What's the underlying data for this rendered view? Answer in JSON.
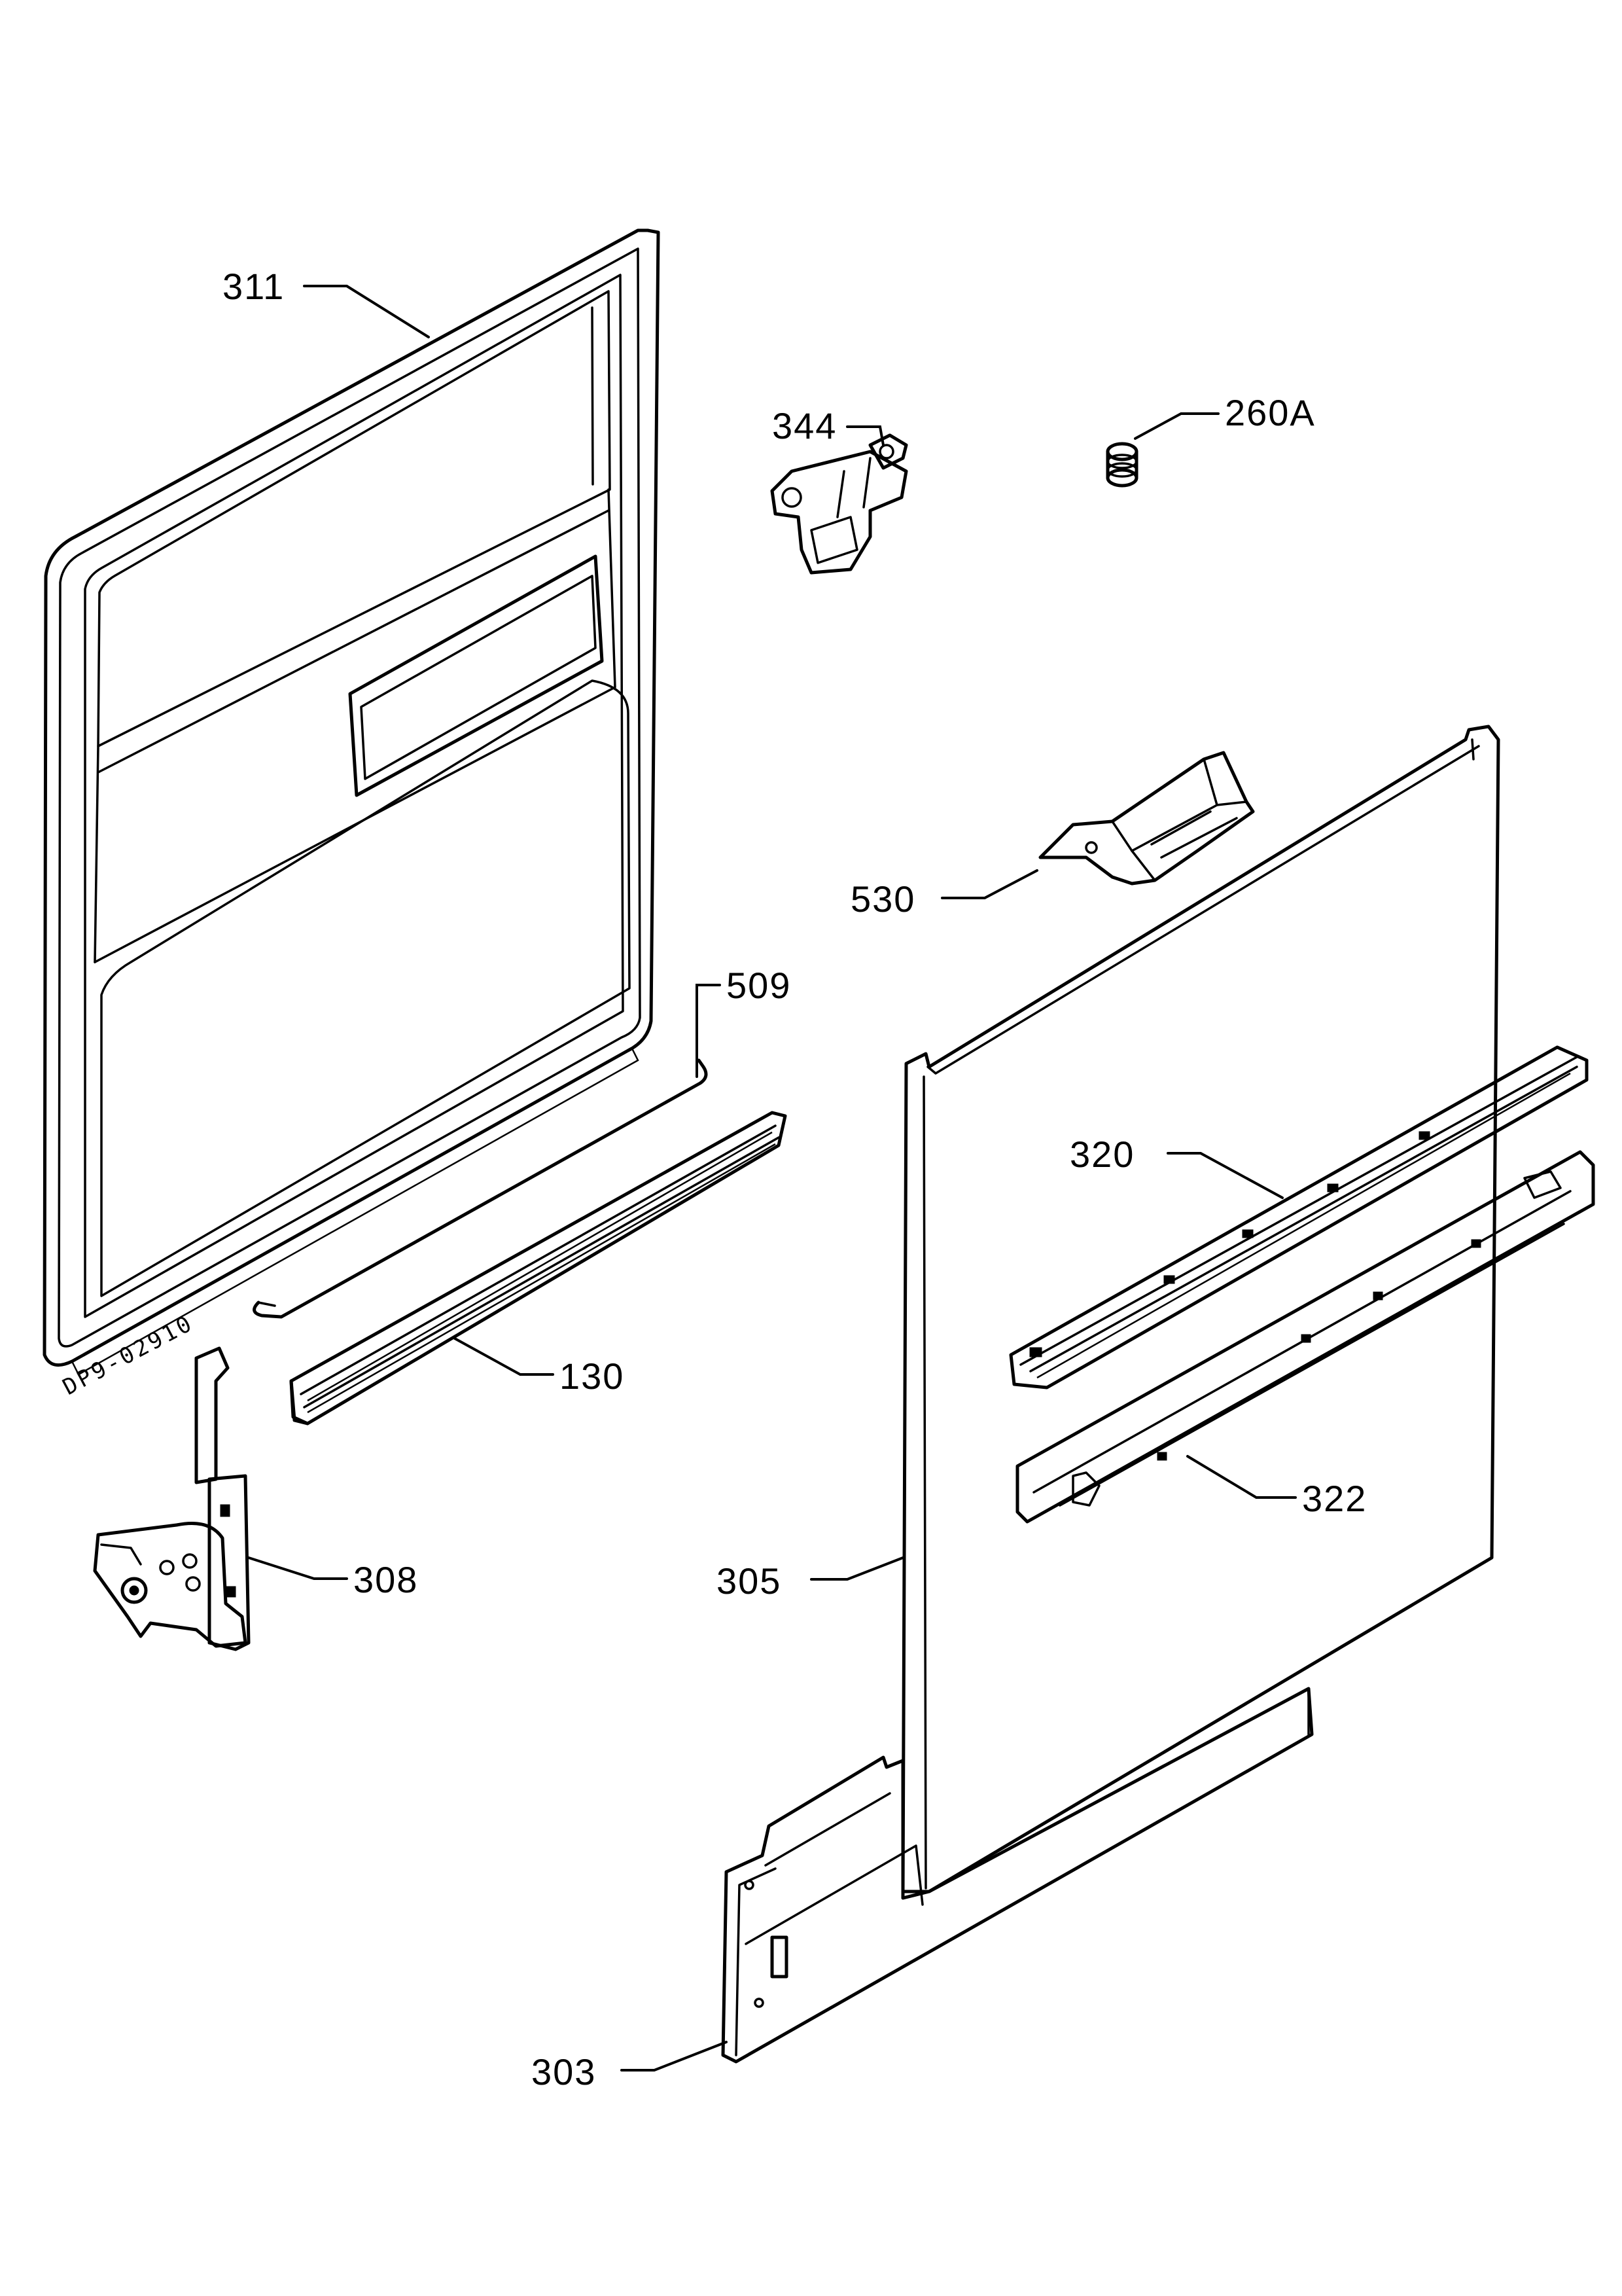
{
  "drawing_code": "DP9-02910",
  "callouts": [
    {
      "id": "311",
      "label": "311"
    },
    {
      "id": "344",
      "label": "344"
    },
    {
      "id": "260A",
      "label": "260A"
    },
    {
      "id": "530",
      "label": "530"
    },
    {
      "id": "509",
      "label": "509"
    },
    {
      "id": "320",
      "label": "320"
    },
    {
      "id": "130",
      "label": "130"
    },
    {
      "id": "322",
      "label": "322"
    },
    {
      "id": "308",
      "label": "308"
    },
    {
      "id": "305",
      "label": "305"
    },
    {
      "id": "303",
      "label": "303"
    }
  ]
}
